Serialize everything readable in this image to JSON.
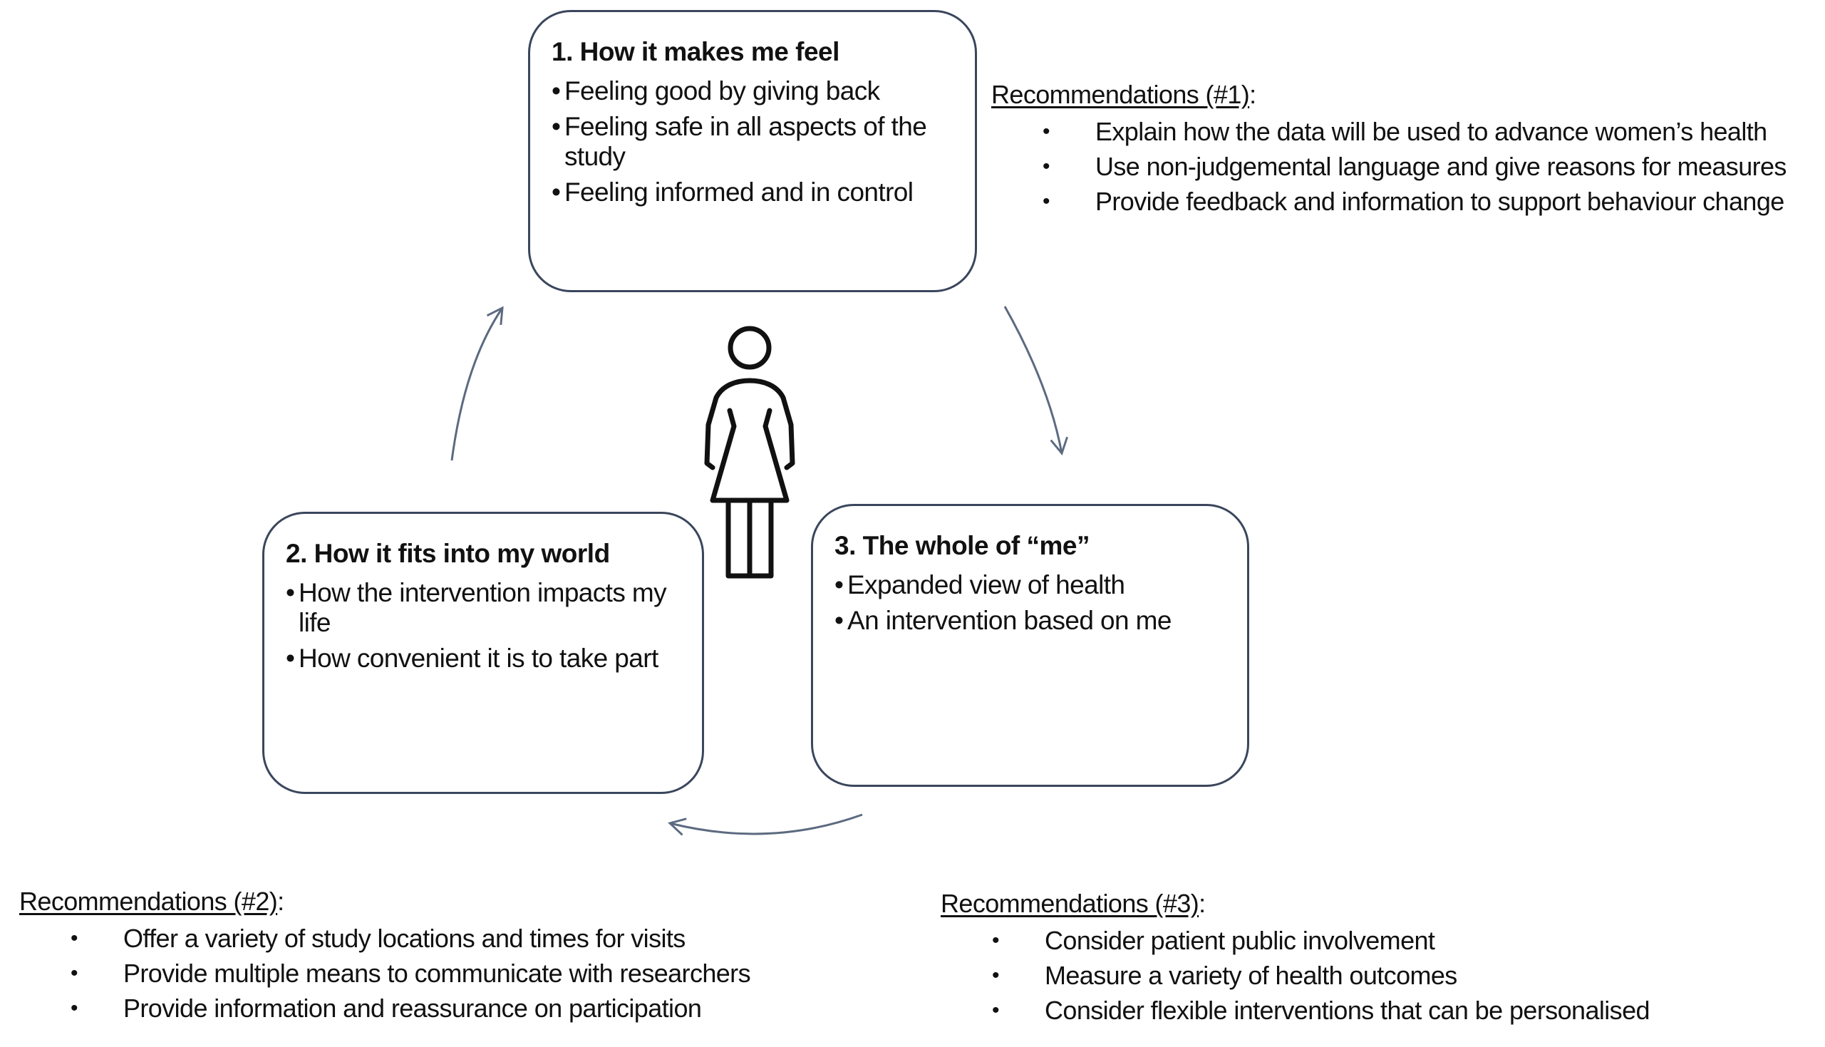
{
  "colors": {
    "box_border": "#3a465c",
    "arrow": "#5c6a80",
    "text": "#111111"
  },
  "icons": {
    "center_figure": "woman-figure-icon",
    "arrow_head": "arrow-head-icon"
  },
  "themes": [
    {
      "id": "box1",
      "title": "1. How it makes me feel",
      "items": [
        "Feeling good by giving back",
        "Feeling safe in all aspects of the study",
        "Feeling informed and in control"
      ]
    },
    {
      "id": "box2",
      "title": "2. How it fits into my world",
      "items": [
        "How the intervention impacts my life",
        "How convenient it is to take part"
      ]
    },
    {
      "id": "box3",
      "title": "3. The whole of “me”",
      "items": [
        "Expanded view of health",
        "An intervention based on me"
      ]
    }
  ],
  "bullet_glyph": "•",
  "recommendations": [
    {
      "id": "rec1",
      "heading": "Recommendations (#1)",
      "suffix": ":",
      "items": [
        "Explain how the data will be used to advance women’s health",
        "Use non-judgemental language and give reasons for measures",
        "Provide feedback and information to support behaviour change"
      ]
    },
    {
      "id": "rec2",
      "heading": "Recommendations (#2)",
      "suffix": ":",
      "items": [
        "Offer a variety of study locations and times for visits",
        "Provide multiple means to communicate with researchers",
        "Provide information and reassurance on participation"
      ]
    },
    {
      "id": "rec3",
      "heading": "Recommendations (#3)",
      "suffix": ":",
      "items": [
        "Consider patient public involvement",
        "Measure a variety of health outcomes",
        "Consider flexible interventions that can be personalised"
      ]
    }
  ]
}
